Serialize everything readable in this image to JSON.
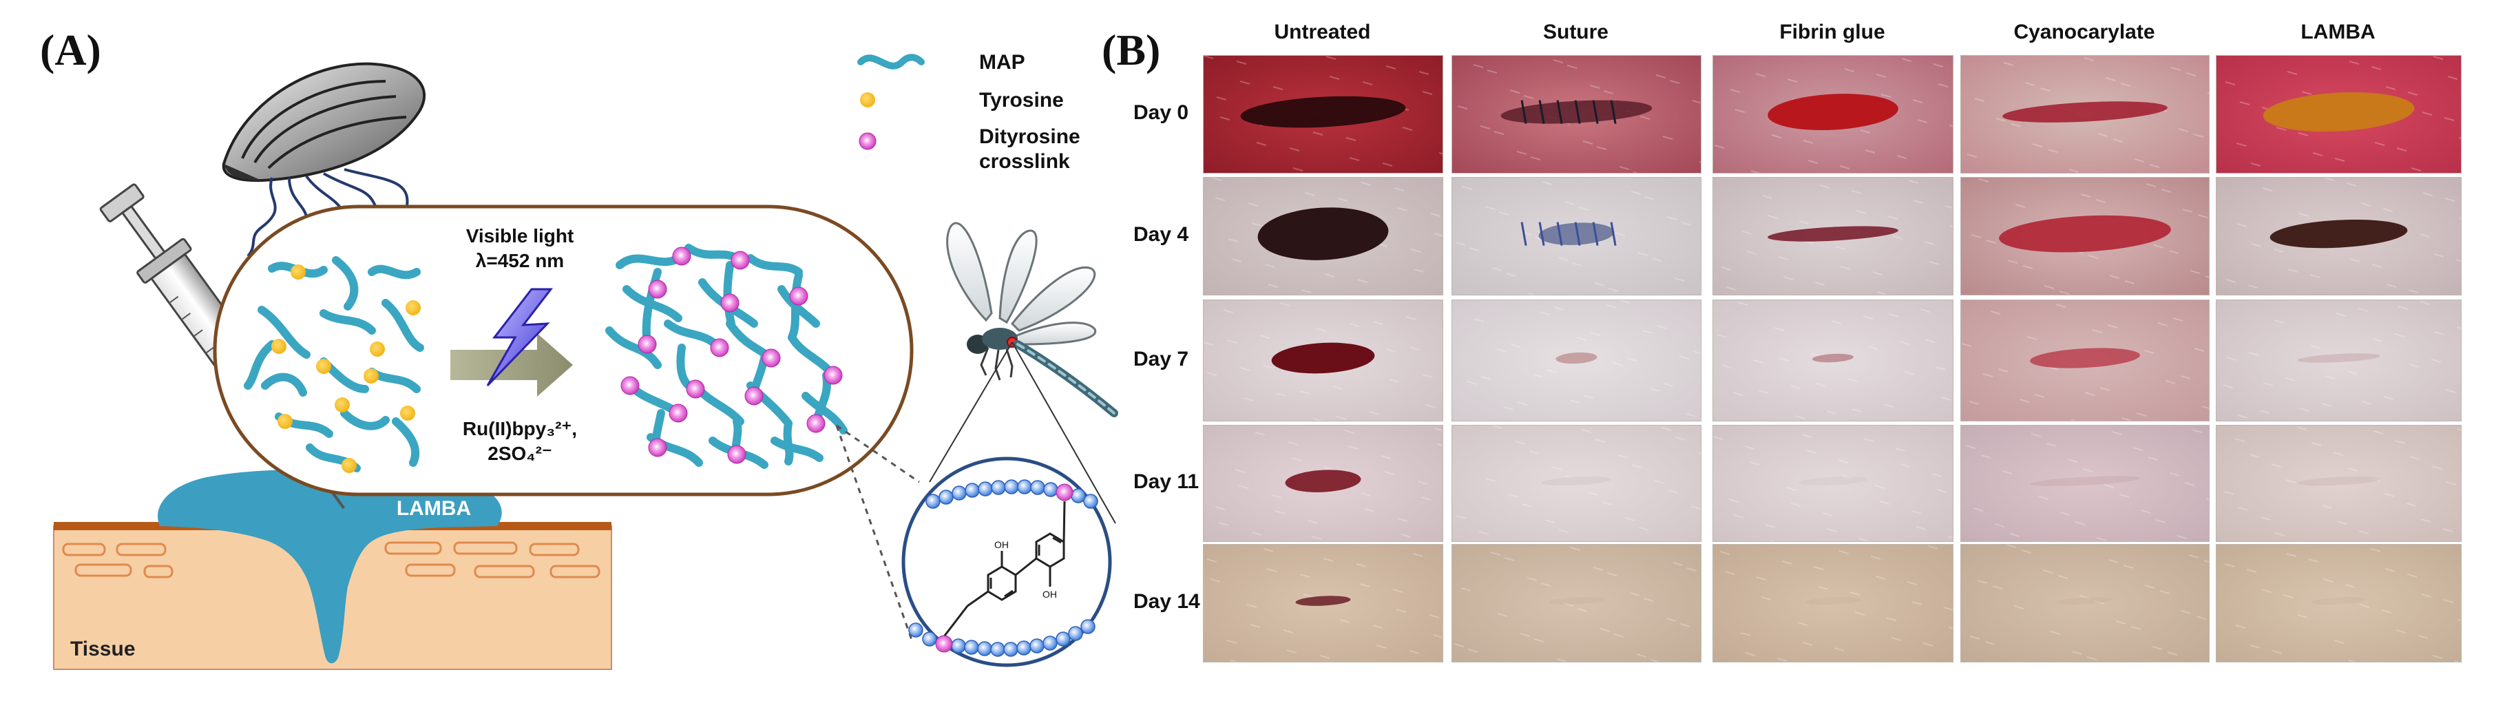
{
  "panel_a": {
    "letter": "(A)",
    "legend": {
      "map": "MAP",
      "tyrosine": "Tyrosine",
      "dityrosine_line1": "Dityrosine",
      "dityrosine_line2": "crosslink"
    },
    "reaction": {
      "light_line1": "Visible light",
      "light_line2": "λ=452 nm",
      "catalyst_line1": "Ru(II)bpy₃²⁺,",
      "catalyst_line2": "2SO₄²⁻"
    },
    "lamba_label": "LAMBA",
    "tissue_label": "Tissue",
    "inset_labels": {
      "oh_top": "OH",
      "oh_bottom": "OH"
    }
  },
  "panel_b": {
    "letter": "(B)",
    "columns": [
      "Untreated",
      "Suture",
      "Fibrin glue",
      "Cyanocarylate",
      "LAMBA"
    ],
    "rows": [
      "Day 0",
      "Day 4",
      "Day 7",
      "Day 11",
      "Day 14"
    ]
  },
  "colors": {
    "map_strand": "#3aa6c2",
    "tyrosine": "#f2b418",
    "crosslink": "#d23cc4",
    "capsule_border": "#7a4a22",
    "tissue": "#f7cfa4",
    "tissue_edge": "#b75a18",
    "adhesive": "#3c9ec0"
  }
}
